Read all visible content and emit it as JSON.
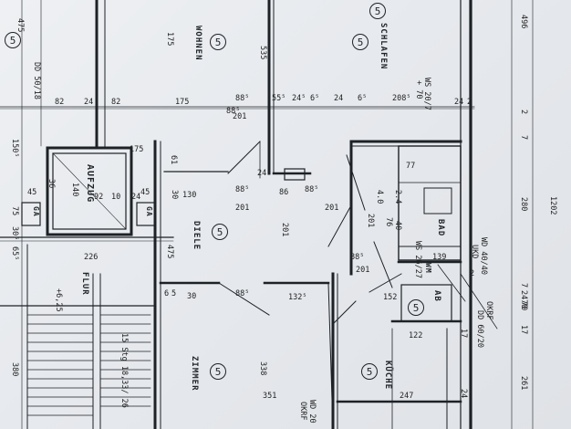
{
  "rooms": {
    "wohnen": "WOHNEN",
    "schlafen": "SCHLAFEN",
    "aufzug": "AUFZUG",
    "diele": "DIELE",
    "bad": "BAD",
    "flur": "FLUR",
    "zimmer": "ZIMMER",
    "kueche": "KÜCHE",
    "ab": "AB",
    "wm": "WM",
    "ga_left": "GA",
    "ga_right": "GA"
  },
  "markers": [
    "5",
    "5",
    "5",
    "5",
    "5",
    "5",
    "5",
    "5"
  ],
  "annotations": {
    "dd_5018": "DD 50/18",
    "ws_2017": "WS 20/7",
    "wd_4040": "WD 40/40",
    "ukd": "UKD",
    "okrf": "OKRF",
    "dd_6020": "DD 60/20",
    "ws_2627": "WS 26/27",
    "wd_20": "WD 20",
    "okrf2": "OKRF",
    "level": "+6,25",
    "stairs": "15 Stg 18,33/ 26",
    "plus70": "+ 70"
  },
  "dimensions": {
    "top_row": [
      "82",
      "24",
      "82",
      "175",
      "88⁵",
      "55⁵",
      "24⁵",
      "6⁵",
      "24",
      "6⁵",
      "208⁵",
      "24",
      "2"
    ],
    "top_row_sub": [
      "201"
    ],
    "right_col": [
      "496",
      "1202",
      "280",
      "261",
      "24",
      "70",
      "17",
      "24",
      "17",
      "2",
      "7",
      "7"
    ],
    "left_col": [
      "475",
      "175",
      "150⁵",
      "45",
      "75",
      "45",
      "30⁵",
      "65⁵",
      "380"
    ],
    "mid": [
      "475",
      "535",
      "201",
      "201",
      "201",
      "201",
      "338",
      "351",
      "226",
      "132⁵",
      "152",
      "122",
      "247",
      "139",
      "77",
      "88⁵",
      "88⁵",
      "88⁵",
      "88⁵",
      "88⁵",
      "86",
      "130",
      "30",
      "30",
      "61",
      "76",
      "4.0",
      "201",
      "2.4",
      "40",
      "92",
      "10",
      "24",
      "140",
      "36",
      "24",
      "175",
      "6",
      "5",
      "70",
      "2"
    ]
  }
}
